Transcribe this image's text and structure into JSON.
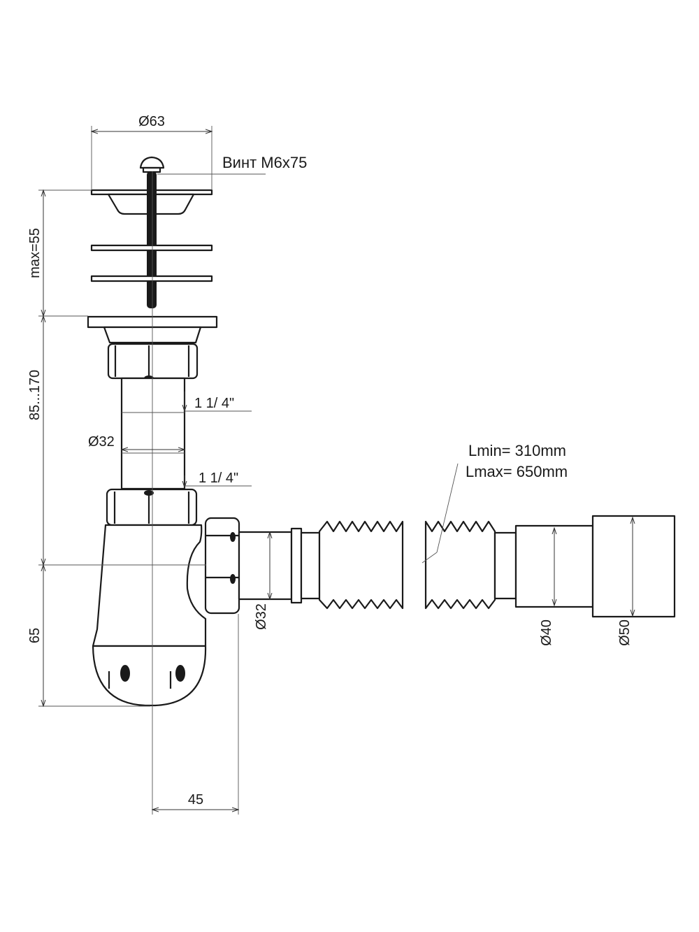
{
  "dimensions": {
    "grate_diameter": "Ø63",
    "screw": "Винт М6х75",
    "grate_height": "max=55",
    "height_range": "85...170",
    "pipe_diameter_vertical": "Ø32",
    "thread_upper": "1 1/ 4\"",
    "thread_lower": "1 1/ 4\"",
    "outlet_diameter": "Ø32",
    "bottle_height": "65",
    "bottle_offset": "45",
    "hose_length_min": "Lmin= 310mm",
    "hose_length_max": "Lmax= 650mm",
    "hose_diameter": "Ø40",
    "end_diameter": "Ø50"
  }
}
